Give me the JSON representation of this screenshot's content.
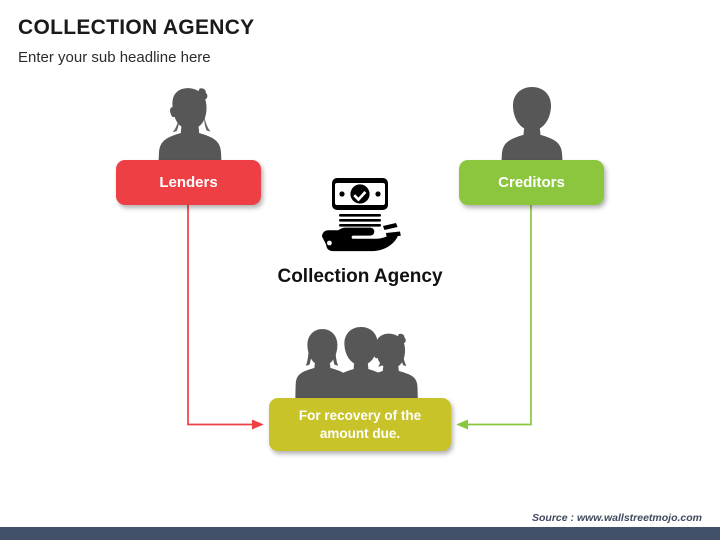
{
  "slide": {
    "title": "COLLECTION AGENCY",
    "subtitle": "Enter your sub headline here",
    "source": "Source : www.wallstreetmojo.com"
  },
  "nodes": {
    "lenders": {
      "label": "Lenders",
      "color": "#ee3f45",
      "person_icon": "female-silhouette-icon"
    },
    "creditors": {
      "label": "Creditors",
      "color": "#8cc63e",
      "person_icon": "male-silhouette-icon"
    },
    "recovery": {
      "label_line1": "For recovery of the",
      "label_line2": "amount due.",
      "color": "#c8c328",
      "person_icon": "group-of-people-silhouette-icon"
    },
    "agency": {
      "caption": "Collection Agency",
      "icon": "hand-holding-money-icon",
      "color": "#000000"
    }
  },
  "connectors": {
    "lenders_to_recovery_color": "#ee3f45",
    "creditors_to_recovery_color": "#8cc63e"
  },
  "theme": {
    "background": "#ffffff",
    "footer_bar": "#42506a",
    "silhouette": "#575757",
    "title_color": "#1a1a1a"
  }
}
